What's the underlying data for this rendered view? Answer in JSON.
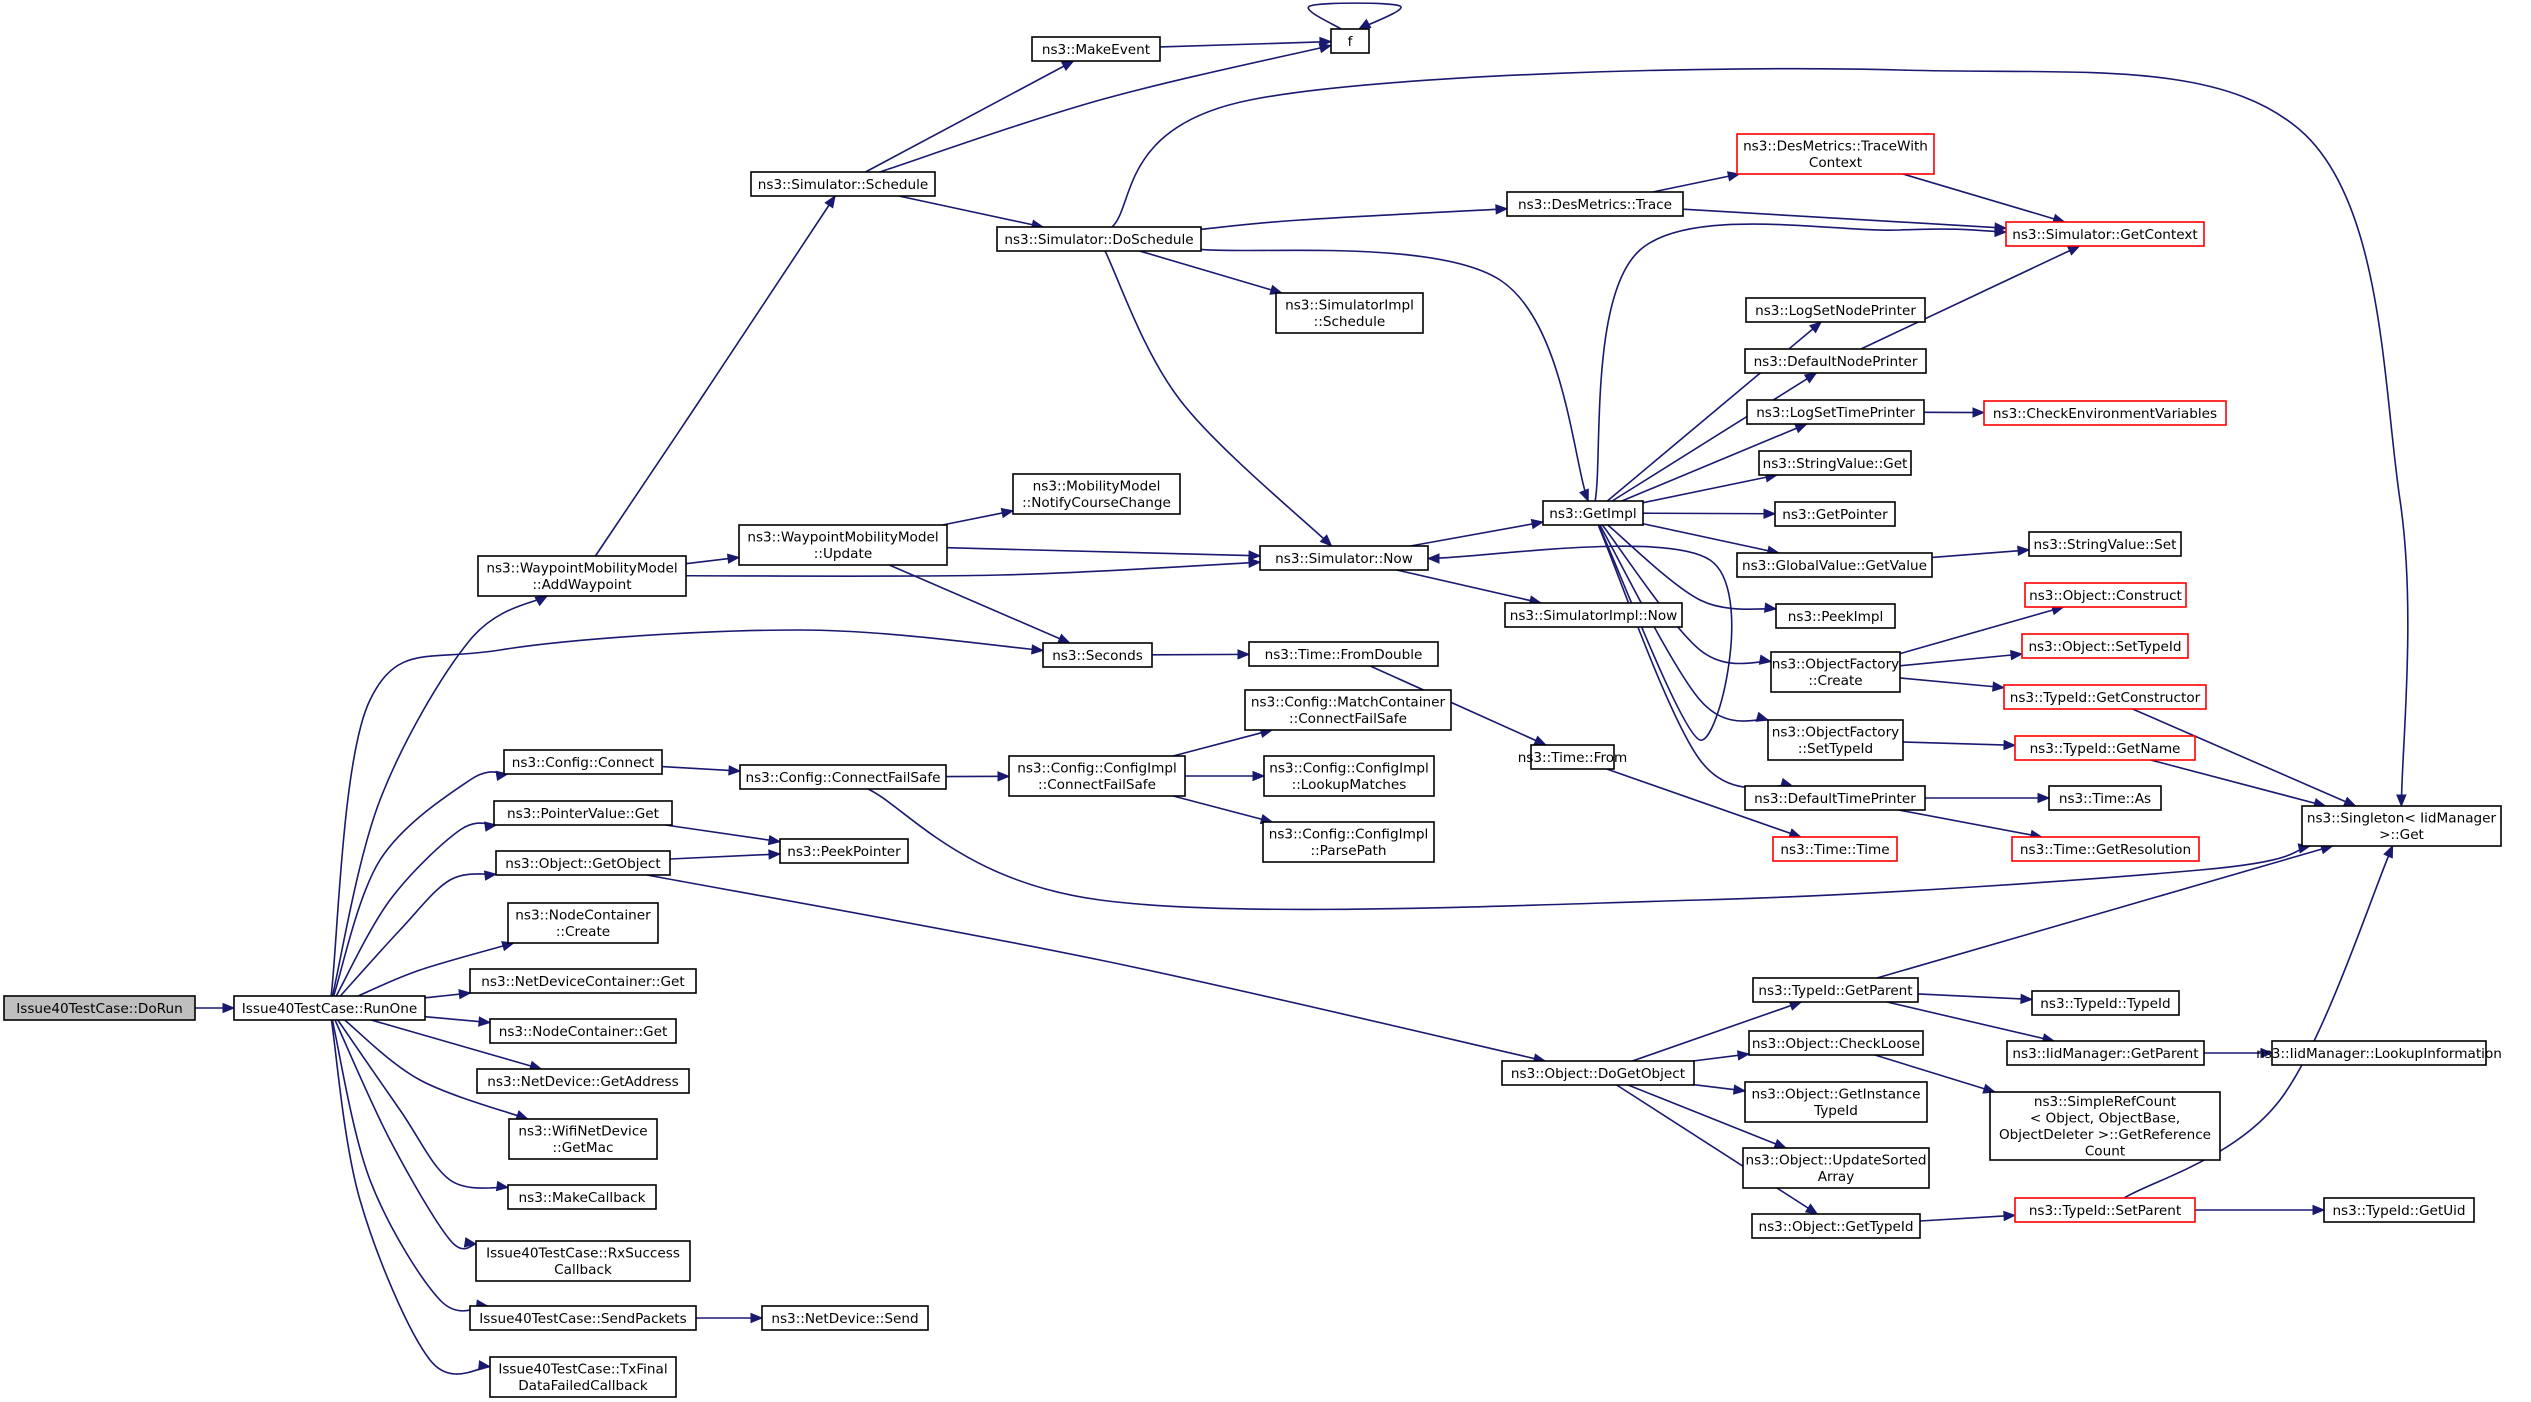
{
  "colors": {
    "edge": "#191970",
    "border_normal": "#000000",
    "border_truncated": "#ff0000",
    "fill_normal": "#ffffff",
    "fill_root": "#bfbfbf"
  },
  "nodes": [
    {
      "id": "doRun",
      "lines": [
        "Issue40TestCase::DoRun"
      ],
      "style": "root"
    },
    {
      "id": "runOne",
      "lines": [
        "Issue40TestCase::RunOne"
      ],
      "style": "normal"
    },
    {
      "id": "addWaypoint",
      "lines": [
        "ns3::WaypointMobilityModel",
        "::AddWaypoint"
      ],
      "style": "normal"
    },
    {
      "id": "seconds",
      "lines": [
        "ns3::Seconds"
      ],
      "style": "normal"
    },
    {
      "id": "configConnect",
      "lines": [
        "ns3::Config::Connect"
      ],
      "style": "normal"
    },
    {
      "id": "pointerValueGet",
      "lines": [
        "ns3::PointerValue::Get"
      ],
      "style": "normal"
    },
    {
      "id": "objectGetObject",
      "lines": [
        "ns3::Object::GetObject"
      ],
      "style": "normal"
    },
    {
      "id": "nodeContainerCreate",
      "lines": [
        "ns3::NodeContainer",
        "::Create"
      ],
      "style": "normal"
    },
    {
      "id": "netDeviceContainerGet",
      "lines": [
        "ns3::NetDeviceContainer::Get"
      ],
      "style": "normal"
    },
    {
      "id": "nodeContainerGet",
      "lines": [
        "ns3::NodeContainer::Get"
      ],
      "style": "normal"
    },
    {
      "id": "netDeviceGetAddress",
      "lines": [
        "ns3::NetDevice::GetAddress"
      ],
      "style": "normal"
    },
    {
      "id": "wifiGetMac",
      "lines": [
        "ns3::WifiNetDevice",
        "::GetMac"
      ],
      "style": "normal"
    },
    {
      "id": "makeCallback",
      "lines": [
        "ns3::MakeCallback"
      ],
      "style": "normal"
    },
    {
      "id": "rxSuccess",
      "lines": [
        "Issue40TestCase::RxSuccess",
        "Callback"
      ],
      "style": "normal"
    },
    {
      "id": "sendPackets",
      "lines": [
        "Issue40TestCase::SendPackets"
      ],
      "style": "normal"
    },
    {
      "id": "txFinal",
      "lines": [
        "Issue40TestCase::TxFinal",
        "DataFailedCallback"
      ],
      "style": "normal"
    },
    {
      "id": "simSchedule",
      "lines": [
        "ns3::Simulator::Schedule"
      ],
      "style": "normal"
    },
    {
      "id": "wmmUpdate",
      "lines": [
        "ns3::WaypointMobilityModel",
        "::Update"
      ],
      "style": "normal"
    },
    {
      "id": "simulatorNow",
      "lines": [
        "ns3::Simulator::Now"
      ],
      "style": "normal"
    },
    {
      "id": "makeEvent",
      "lines": [
        "ns3::MakeEvent"
      ],
      "style": "normal"
    },
    {
      "id": "f",
      "lines": [
        "f"
      ],
      "style": "normal"
    },
    {
      "id": "simDoSchedule",
      "lines": [
        "ns3::Simulator::DoSchedule"
      ],
      "style": "normal"
    },
    {
      "id": "mmNotify",
      "lines": [
        "ns3::MobilityModel",
        "::NotifyCourseChange"
      ],
      "style": "normal"
    },
    {
      "id": "configConnectFailSafe",
      "lines": [
        "ns3::Config::ConnectFailSafe"
      ],
      "style": "normal"
    },
    {
      "id": "peekPointer",
      "lines": [
        "ns3::PeekPointer"
      ],
      "style": "normal"
    },
    {
      "id": "objectDoGetObject",
      "lines": [
        "ns3::Object::DoGetObject"
      ],
      "style": "normal"
    },
    {
      "id": "desMetricsTrace",
      "lines": [
        "ns3::DesMetrics::Trace"
      ],
      "style": "normal"
    },
    {
      "id": "simImplSchedule",
      "lines": [
        "ns3::SimulatorImpl",
        "::Schedule"
      ],
      "style": "normal"
    },
    {
      "id": "getImpl",
      "lines": [
        "ns3::GetImpl"
      ],
      "style": "normal"
    },
    {
      "id": "simImplNow",
      "lines": [
        "ns3::SimulatorImpl::Now"
      ],
      "style": "normal"
    },
    {
      "id": "timeFromDouble",
      "lines": [
        "ns3::Time::FromDouble"
      ],
      "style": "normal"
    },
    {
      "id": "configImplCFS",
      "lines": [
        "ns3::Config::ConfigImpl",
        "::ConnectFailSafe"
      ],
      "style": "normal"
    },
    {
      "id": "matchContainerCFS",
      "lines": [
        "ns3::Config::MatchContainer",
        "::ConnectFailSafe"
      ],
      "style": "normal"
    },
    {
      "id": "configImplLookup",
      "lines": [
        "ns3::Config::ConfigImpl",
        "::LookupMatches"
      ],
      "style": "normal"
    },
    {
      "id": "configImplParse",
      "lines": [
        "ns3::Config::ConfigImpl",
        "::ParsePath"
      ],
      "style": "normal"
    },
    {
      "id": "timeFrom",
      "lines": [
        "ns3::Time::From"
      ],
      "style": "normal"
    },
    {
      "id": "desTraceWithContext",
      "lines": [
        "ns3::DesMetrics::TraceWith",
        "Context"
      ],
      "style": "truncated"
    },
    {
      "id": "simGetContext",
      "lines": [
        "ns3::Simulator::GetContext"
      ],
      "style": "truncated"
    },
    {
      "id": "logSetNodePrinter",
      "lines": [
        "ns3::LogSetNodePrinter"
      ],
      "style": "normal"
    },
    {
      "id": "defaultNodePrinter",
      "lines": [
        "ns3::DefaultNodePrinter"
      ],
      "style": "normal"
    },
    {
      "id": "logSetTimePrinter",
      "lines": [
        "ns3::LogSetTimePrinter"
      ],
      "style": "normal"
    },
    {
      "id": "checkEnv",
      "lines": [
        "ns3::CheckEnvironmentVariables"
      ],
      "style": "truncated"
    },
    {
      "id": "stringValueGet",
      "lines": [
        "ns3::StringValue::Get"
      ],
      "style": "normal"
    },
    {
      "id": "getPointer",
      "lines": [
        "ns3::GetPointer"
      ],
      "style": "normal"
    },
    {
      "id": "globalValueGetValue",
      "lines": [
        "ns3::GlobalValue::GetValue"
      ],
      "style": "normal"
    },
    {
      "id": "stringValueSet",
      "lines": [
        "ns3::StringValue::Set"
      ],
      "style": "normal"
    },
    {
      "id": "peekImpl",
      "lines": [
        "ns3::PeekImpl"
      ],
      "style": "normal"
    },
    {
      "id": "ofCreate",
      "lines": [
        "ns3::ObjectFactory",
        "::Create"
      ],
      "style": "normal"
    },
    {
      "id": "objectConstruct",
      "lines": [
        "ns3::Object::Construct"
      ],
      "style": "truncated"
    },
    {
      "id": "objectSetTypeId",
      "lines": [
        "ns3::Object::SetTypeId"
      ],
      "style": "truncated"
    },
    {
      "id": "typeIdGetConstructor",
      "lines": [
        "ns3::TypeId::GetConstructor"
      ],
      "style": "truncated"
    },
    {
      "id": "ofSetTypeId",
      "lines": [
        "ns3::ObjectFactory",
        "::SetTypeId"
      ],
      "style": "normal"
    },
    {
      "id": "typeIdGetName",
      "lines": [
        "ns3::TypeId::GetName"
      ],
      "style": "truncated"
    },
    {
      "id": "defaultTimePrinter",
      "lines": [
        "ns3::DefaultTimePrinter"
      ],
      "style": "normal"
    },
    {
      "id": "timeAs",
      "lines": [
        "ns3::Time::As"
      ],
      "style": "normal"
    },
    {
      "id": "timeGetResolution",
      "lines": [
        "ns3::Time::GetResolution"
      ],
      "style": "truncated"
    },
    {
      "id": "timeTime",
      "lines": [
        "ns3::Time::Time"
      ],
      "style": "truncated"
    },
    {
      "id": "singletonGet",
      "lines": [
        "ns3::Singleton< IidManager",
        " >::Get"
      ],
      "style": "normal"
    },
    {
      "id": "typeIdGetParent",
      "lines": [
        "ns3::TypeId::GetParent"
      ],
      "style": "normal"
    },
    {
      "id": "typeIdTypeId",
      "lines": [
        "ns3::TypeId::TypeId"
      ],
      "style": "normal"
    },
    {
      "id": "iidGetParent",
      "lines": [
        "ns3::IidManager::GetParent"
      ],
      "style": "normal"
    },
    {
      "id": "iidLookupInfo",
      "lines": [
        "ns3::IidManager::LookupInformation"
      ],
      "style": "normal"
    },
    {
      "id": "objectCheckLoose",
      "lines": [
        "ns3::Object::CheckLoose"
      ],
      "style": "normal"
    },
    {
      "id": "simpleRefCount",
      "lines": [
        "ns3::SimpleRefCount",
        "< Object, ObjectBase,",
        "ObjectDeleter >::GetReference",
        "Count"
      ],
      "style": "normal"
    },
    {
      "id": "objectGetInstanceTypeId",
      "lines": [
        "ns3::Object::GetInstance",
        "TypeId"
      ],
      "style": "normal"
    },
    {
      "id": "objectUpdateSorted",
      "lines": [
        "ns3::Object::UpdateSorted",
        "Array"
      ],
      "style": "normal"
    },
    {
      "id": "objectGetTypeId",
      "lines": [
        "ns3::Object::GetTypeId"
      ],
      "style": "normal"
    },
    {
      "id": "typeIdSetParent",
      "lines": [
        "ns3::TypeId::SetParent"
      ],
      "style": "truncated"
    },
    {
      "id": "typeIdGetUid",
      "lines": [
        "ns3::TypeId::GetUid"
      ],
      "style": "normal"
    },
    {
      "id": "netDeviceSend",
      "lines": [
        "ns3::NetDevice::Send"
      ],
      "style": "normal"
    }
  ]
}
